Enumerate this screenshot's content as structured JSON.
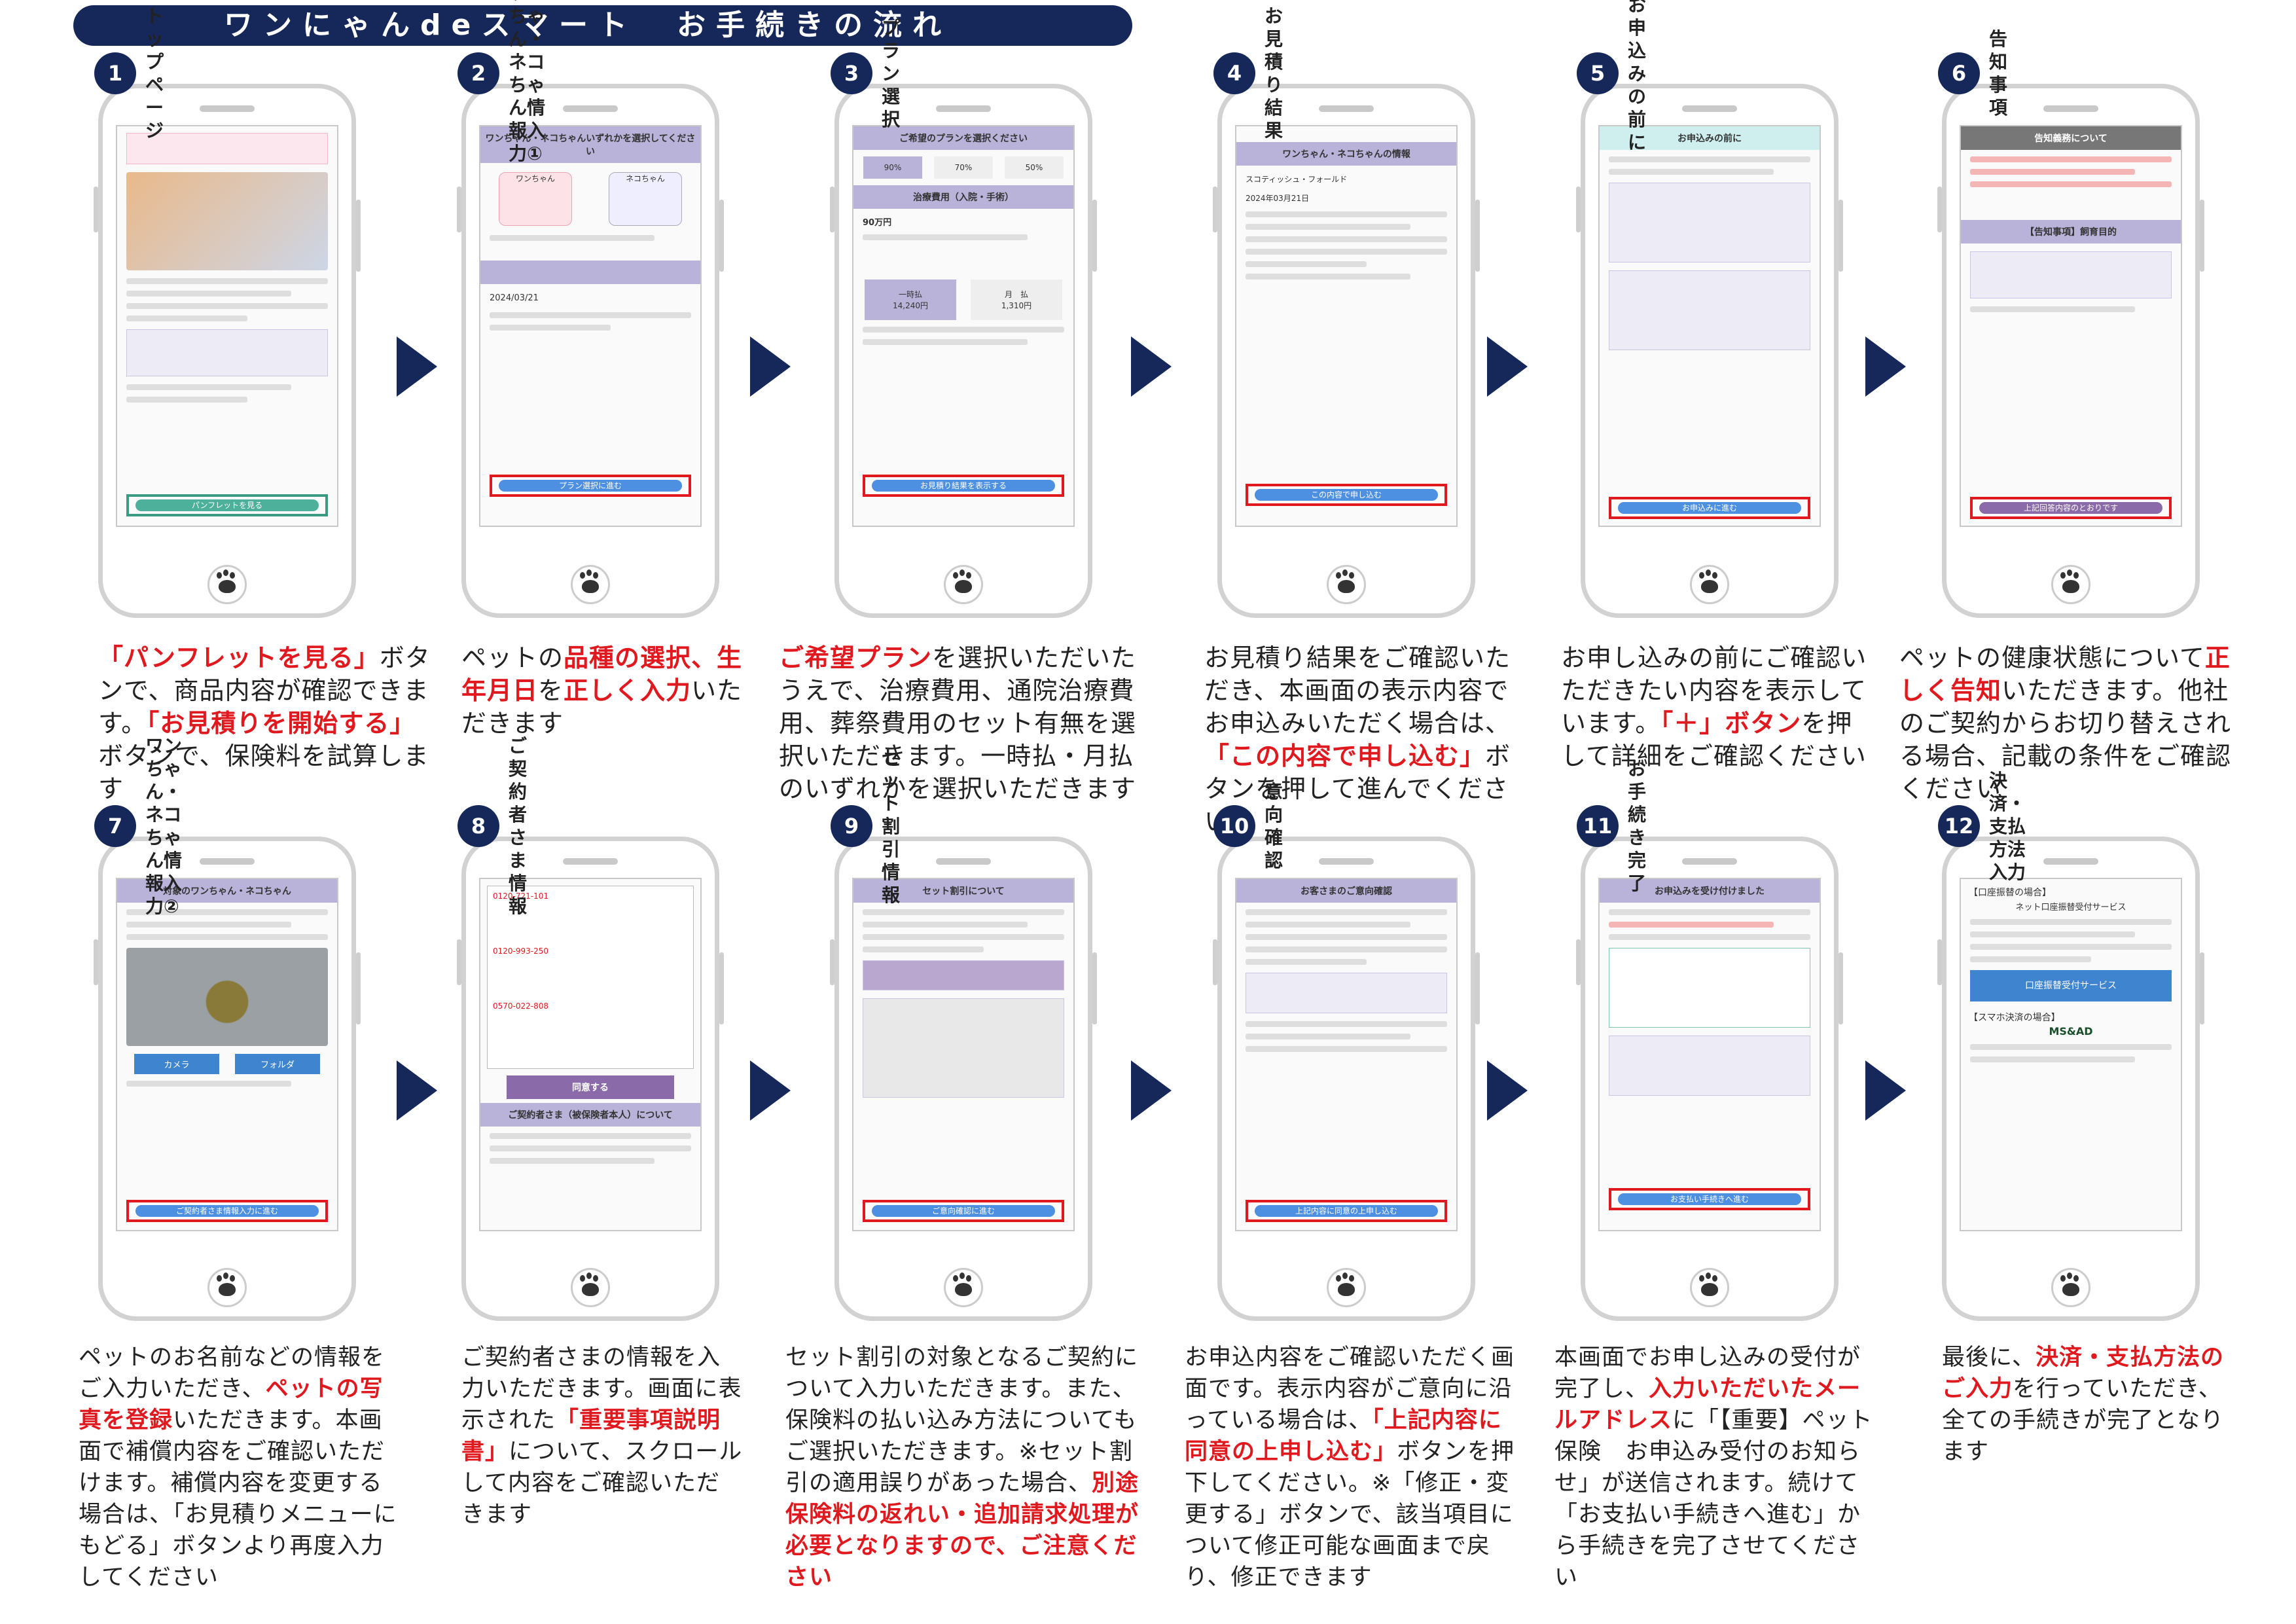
{
  "banner": {
    "title": "ワンにゃんdeスマート　お手続きの流れ"
  },
  "steps": [
    {
      "num": "1",
      "title": "トップページ",
      "desc": [
        {
          "t": "「パンフレットを見る」",
          "r": true
        },
        {
          "t": "ボタンで、商品内容が確認できます。"
        },
        {
          "t": "「お見積りを開始する」",
          "r": true
        },
        {
          "t": "ボタンで、保険料を試算します"
        }
      ]
    },
    {
      "num": "2",
      "title": "ワンちゃん・ネコ\nちゃん情報入力①",
      "desc": [
        {
          "t": "ペットの"
        },
        {
          "t": "品種の選択、生年月日",
          "r": true
        },
        {
          "t": "を"
        },
        {
          "t": "正しく入力",
          "r": true
        },
        {
          "t": "いただきます"
        }
      ]
    },
    {
      "num": "3",
      "title": "プラン選択",
      "desc": [
        {
          "t": "ご希望プラン",
          "r": true
        },
        {
          "t": "を選択いただいたうえで、治療費用、通院治療費用、葬祭費用のセット有無を選択いただきます。一時払・月払のいずれかを選択いただきます"
        }
      ]
    },
    {
      "num": "4",
      "title": "お見積り結果",
      "desc": [
        {
          "t": "お見積り結果をご確認いただき、本画面の表示内容でお申込みいただく場合は、"
        },
        {
          "t": "「この内容で申し込む」",
          "r": true
        },
        {
          "t": "ボタンを押して進んでください"
        }
      ]
    },
    {
      "num": "5",
      "title": "お申込みの前に",
      "desc": [
        {
          "t": "お申し込みの前にご確認いただきたい内容を表示しています。"
        },
        {
          "t": "「＋」ボタン",
          "r": true
        },
        {
          "t": "を押して詳細をご確認ください"
        }
      ]
    },
    {
      "num": "6",
      "title": "告知事項",
      "desc": [
        {
          "t": "ペットの健康状態について"
        },
        {
          "t": "正しく告知",
          "r": true
        },
        {
          "t": "いただきます。他社のご契約からお切り替えされる場合、記載の条件をご確認ください"
        }
      ]
    },
    {
      "num": "7",
      "title": "ワンちゃん・ネコ\nちゃん情報入力②",
      "desc": [
        {
          "t": "ペットのお名前などの情報をご入力いただき、"
        },
        {
          "t": "ペットの写真を登録",
          "r": true
        },
        {
          "t": "いただきます。本画面で補償内容をご確認いただけます。補償内容を変更する場合は、「お見積りメニューにもどる」ボタンより再度入力してください"
        }
      ]
    },
    {
      "num": "8",
      "title": "ご契約者さま情報",
      "desc": [
        {
          "t": "ご契約者さまの情報を入力いただきます。画面に表示された"
        },
        {
          "t": "「重要事項説明書」",
          "r": true
        },
        {
          "t": "について、スクロールして内容をご確認いただきます"
        }
      ]
    },
    {
      "num": "9",
      "title": "セット割引情報",
      "desc": [
        {
          "t": "セット割引の対象となるご契約について入力いただきます。また、保険料の払い込み方法についてもご選択いただきます。※セット割引の適用誤りがあった場合、"
        },
        {
          "t": "別途保険料の返れい・追加請求処理が必要となりますので、ご注意ください",
          "r": true
        }
      ]
    },
    {
      "num": "10",
      "title": "意向確認",
      "desc": [
        {
          "t": "お申込内容をご確認いただく画面です。表示内容がご意向に沿っている場合は、"
        },
        {
          "t": "「上記内容に同意の上申し込む」",
          "r": true
        },
        {
          "t": "ボタンを押下してください。※「修正・変更する」ボタンで、該当項目について修正可能な画面まで戻り、修正できます"
        }
      ]
    },
    {
      "num": "11",
      "title": "お手続き完了",
      "desc": [
        {
          "t": "本画面でお申し込みの受付が完了し、"
        },
        {
          "t": "入力いただいたメールアドレス",
          "r": true
        },
        {
          "t": "に「【重要】ペット保険　お申込み受付のお知らせ」が送信されます。続けて「お支払い手続きへ進む」から手続きを完了させてください"
        }
      ]
    },
    {
      "num": "12",
      "title": "決済・支払方法入力",
      "desc": [
        {
          "t": "最後に、"
        },
        {
          "t": "決済・支払方法のご入力",
          "r": true
        },
        {
          "t": "を行っていただき、全ての手続きが完了となります"
        }
      ]
    }
  ],
  "screens": {
    "s1": {
      "btn": "パンフレットを見る"
    },
    "s2": {
      "head": "ワンちゃん・ネコちゃんいずれかを選択してください",
      "opt1": "ワンちゃん",
      "opt2": "ネコちゃん",
      "date": "2024/03/21",
      "btn": "プラン選択に進む"
    },
    "s3": {
      "head": "ご希望のプランを選択ください",
      "p1": "90%",
      "p2": "70%",
      "p3": "50%",
      "sub": "治療費用（入院・手術）",
      "limit": "90万円",
      "pay1": "一時払",
      "amt1": "14,240円",
      "pay2": "月　払",
      "amt2": "1,310円",
      "btn": "お見積り結果を表示する"
    },
    "s4": {
      "head": "ワンちゃん・ネコちゃんの情報",
      "breed": "スコティッシュ・フォールド",
      "dob": "2024年03月21日",
      "btn": "この内容で申し込む"
    },
    "s5": {
      "head": "お申込みの前に",
      "btn": "お申込みに進む"
    },
    "s6": {
      "head": "告知義務について",
      "sub": "【告知事項】飼育目的",
      "btn": "上記回答内容のとおりです"
    },
    "s7": {
      "head": "対象のワンちゃん・ネコちゃん",
      "cam": "カメラ",
      "folder": "フォルダ",
      "btn": "ご契約者さま情報入力に進む"
    },
    "s8": {
      "phone1": "0120-721-101",
      "phone2": "0120-993-250",
      "phone3": "0570-022-808",
      "sub": "ご契約者さま（被保険者本人）について",
      "btn": "同意する"
    },
    "s9": {
      "head": "セット割引について",
      "btn": "ご意向確認に進む"
    },
    "s10": {
      "head": "お客さまのご意向確認",
      "btn": "上記内容に同意の上申し込む"
    },
    "s11": {
      "head": "お申込みを受け付けました",
      "btn": "お支払い手続きへ進む"
    },
    "s12": {
      "h1": "【口座振替の場合】",
      "h1sub": "ネット口座振替受付サービス",
      "blue": "口座振替受付サービス",
      "h2": "【スマホ決済の場合】",
      "logo": "MS&AD"
    }
  }
}
